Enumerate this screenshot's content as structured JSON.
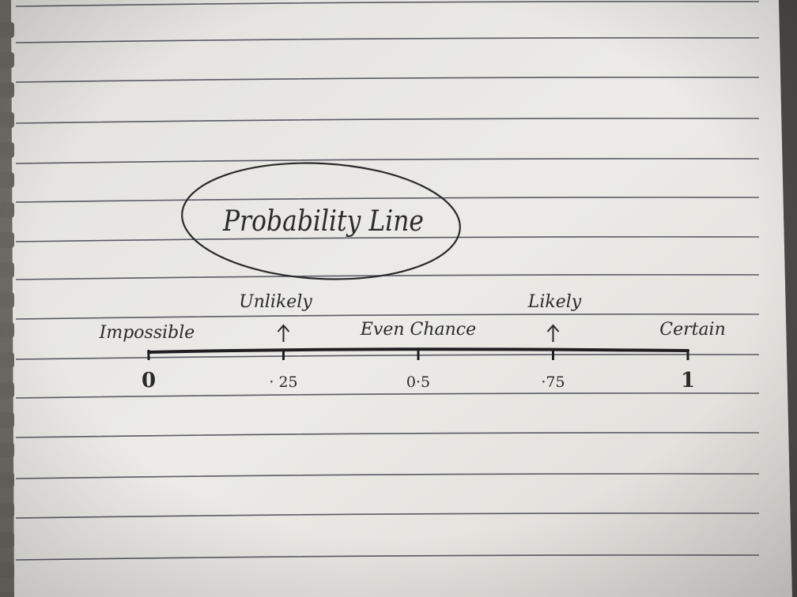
{
  "title": "Probability Line",
  "number_line": {
    "ticks": [
      {
        "value": 0,
        "label": "0",
        "description": "Impossible"
      },
      {
        "value": 0.25,
        "label": "· 25",
        "description": "Unlikely"
      },
      {
        "value": 0.5,
        "label": "0·5",
        "description": "Even Chance"
      },
      {
        "value": 0.75,
        "label": "·75",
        "description": "Likely"
      },
      {
        "value": 1,
        "label": "1",
        "description": "Certain"
      }
    ]
  },
  "colors": {
    "paper": "#e8e6e2",
    "ink": "#2a2a2c",
    "rule_line": "#5a5c66",
    "background": "#6f6b66"
  }
}
